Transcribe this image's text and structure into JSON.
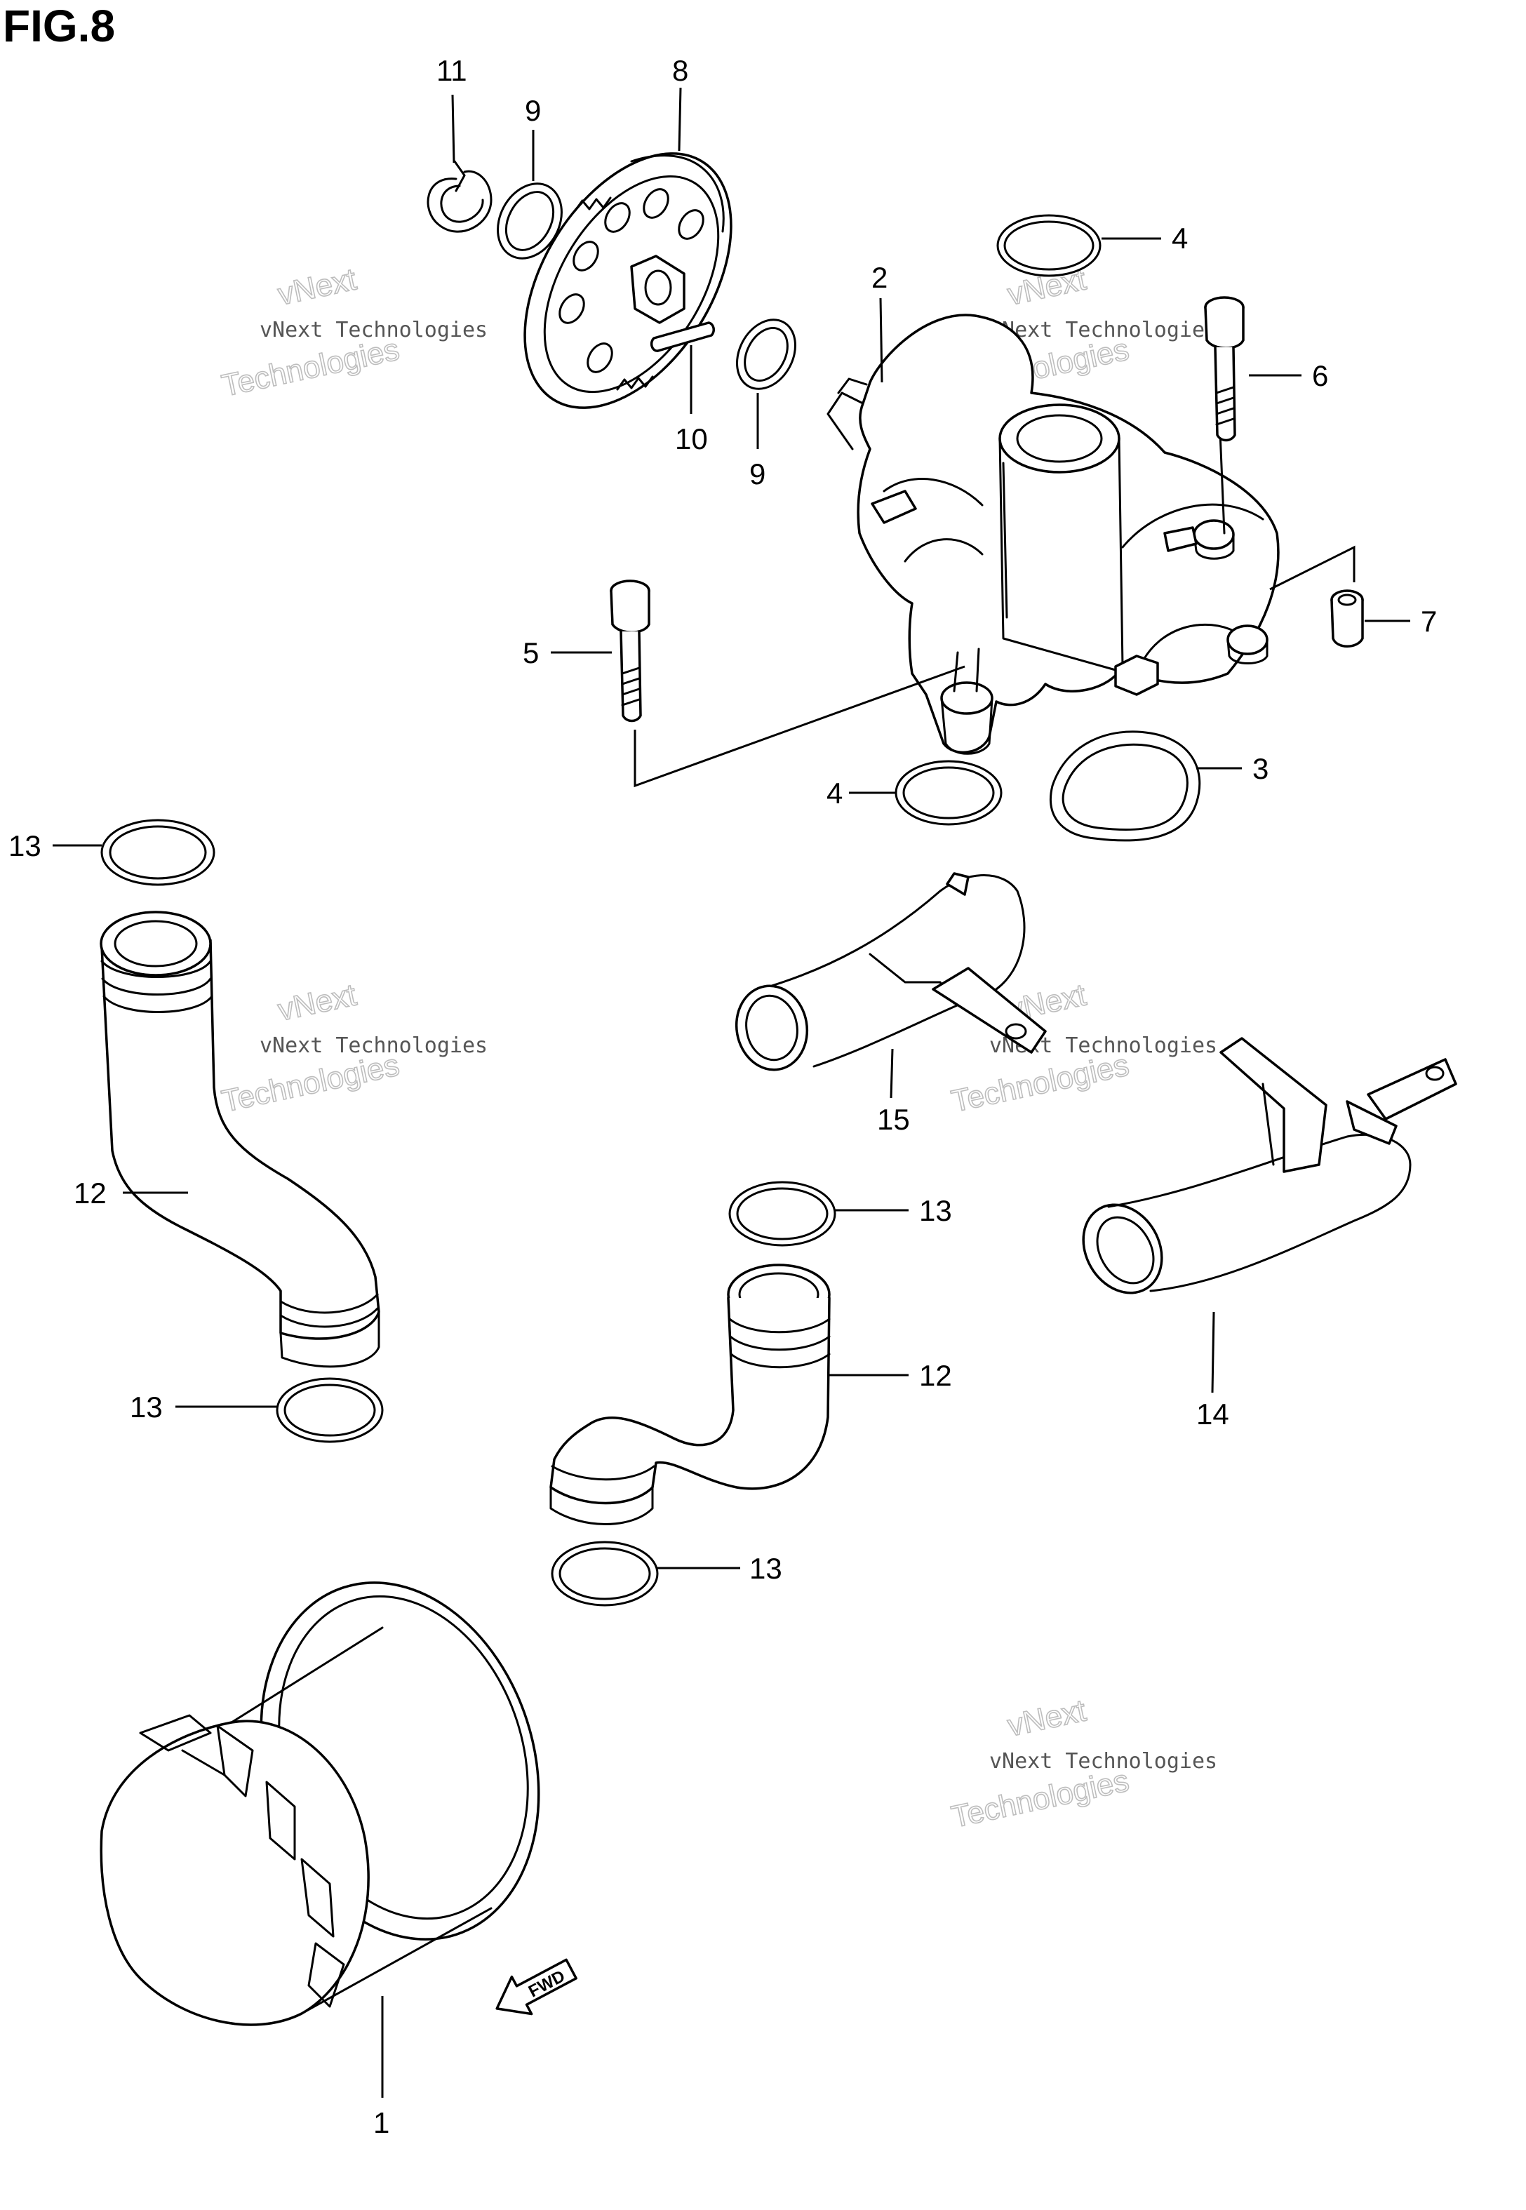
{
  "figure": {
    "title": "FIG.8"
  },
  "callouts": [
    {
      "id": "c11a",
      "text": "11"
    },
    {
      "id": "c8",
      "text": "8"
    },
    {
      "id": "c9a",
      "text": "9"
    },
    {
      "id": "c9b",
      "text": "9"
    },
    {
      "id": "c10",
      "text": "10"
    },
    {
      "id": "c2",
      "text": "2"
    },
    {
      "id": "c4a",
      "text": "4"
    },
    {
      "id": "c4b",
      "text": "4"
    },
    {
      "id": "c6",
      "text": "6"
    },
    {
      "id": "c5",
      "text": "5"
    },
    {
      "id": "c7",
      "text": "7"
    },
    {
      "id": "c3",
      "text": "3"
    },
    {
      "id": "c13a",
      "text": "13"
    },
    {
      "id": "c12a",
      "text": "12"
    },
    {
      "id": "c13b",
      "text": "13"
    },
    {
      "id": "c15",
      "text": "15"
    },
    {
      "id": "c13c",
      "text": "13"
    },
    {
      "id": "c12b",
      "text": "12"
    },
    {
      "id": "c14",
      "text": "14"
    },
    {
      "id": "c13d",
      "text": "13"
    },
    {
      "id": "c1",
      "text": "1"
    }
  ],
  "watermark": {
    "line1": "vNext Technologies",
    "line2": "vNext",
    "line3": "Technologies"
  },
  "fwd_arrow": {
    "label": "FWD"
  }
}
